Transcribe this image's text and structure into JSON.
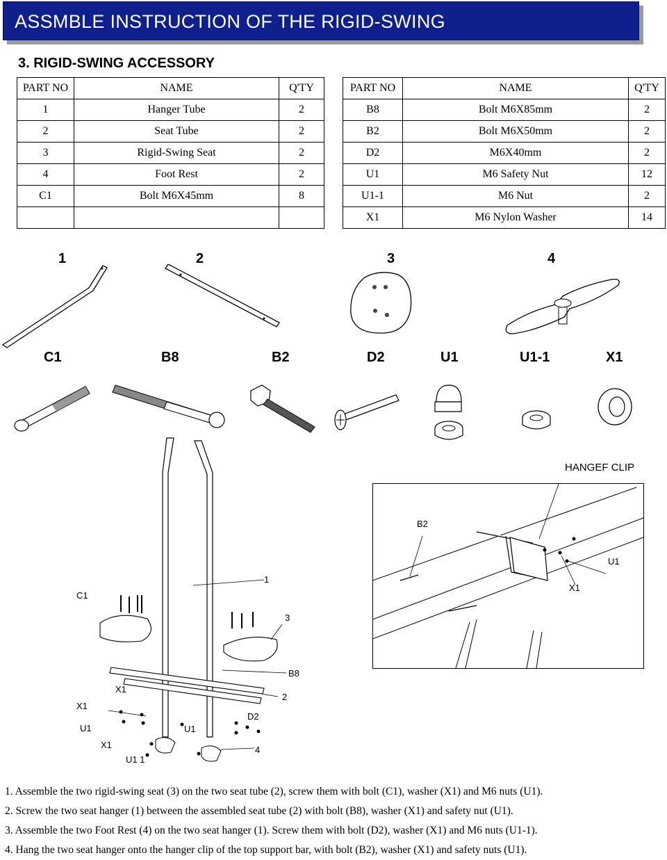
{
  "header": {
    "title": "ASSMBLE INSTRUCTION OF THE RIGID-SWING"
  },
  "section": {
    "title": "3. RIGID-SWING ACCESSORY"
  },
  "table_left": {
    "headers": [
      "PART NO",
      "NAME",
      "Q'TY"
    ],
    "rows": [
      [
        "1",
        "Hanger Tube",
        "2"
      ],
      [
        "2",
        "Seat Tube",
        "2"
      ],
      [
        "3",
        "Rigid-Swing Seat",
        "2"
      ],
      [
        "4",
        "Foot Rest",
        "2"
      ],
      [
        "C1",
        "Bolt M6X45mm",
        "8"
      ],
      [
        "",
        "",
        ""
      ]
    ]
  },
  "table_right": {
    "headers": [
      "PART NO",
      "NAME",
      "Q'TY"
    ],
    "rows": [
      [
        "B8",
        "Bolt M6X85mm",
        "2"
      ],
      [
        "B2",
        "Bolt M6X50mm",
        "2"
      ],
      [
        "D2",
        "M6X40mm",
        "2"
      ],
      [
        "U1",
        "M6 Safety Nut",
        "12"
      ],
      [
        "U1-1",
        "M6 Nut",
        "2"
      ],
      [
        "X1",
        "M6 Nylon Washer",
        "14"
      ]
    ]
  },
  "parts_labels": {
    "p1": "1",
    "p2": "2",
    "p3": "3",
    "p4": "4",
    "c1": "C1",
    "b8": "B8",
    "b2": "B2",
    "d2": "D2",
    "u1": "U1",
    "u11": "U1-1",
    "x1": "X1"
  },
  "diagram_labels": {
    "c1": "C1",
    "n1": "1",
    "n3": "3",
    "b8": "B8",
    "n2": "2",
    "x1a": "X1",
    "x1b": "X1",
    "u1a": "U1",
    "d2": "D2",
    "u1b": "U1",
    "x1c": "X1",
    "n4": "4",
    "u11": "U1 1",
    "hanger_clip": "HANGEF CLIP",
    "b2": "B2",
    "u1c": "U1",
    "x1d": "X1"
  },
  "steps": [
    "1. Assemble the two rigid-swing seat (3) on the two seat tube (2), screw them with bolt (C1), washer (X1) and M6 nuts (U1).",
    "2. Screw the two seat hanger (1) between the assembled seat tube (2) with bolt (B8), washer (X1) and safety nut (U1).",
    "3. Assemble the two Foot Rest (4) on the two seat hanger (1). Screw them with bolt (D2), washer (X1) and M6 nuts (U1-1).",
    "4. Hang the two seat hanger onto the hanger clip of the top support bar, with bolt (B2), washer (X1) and safety nuts (U1)."
  ]
}
